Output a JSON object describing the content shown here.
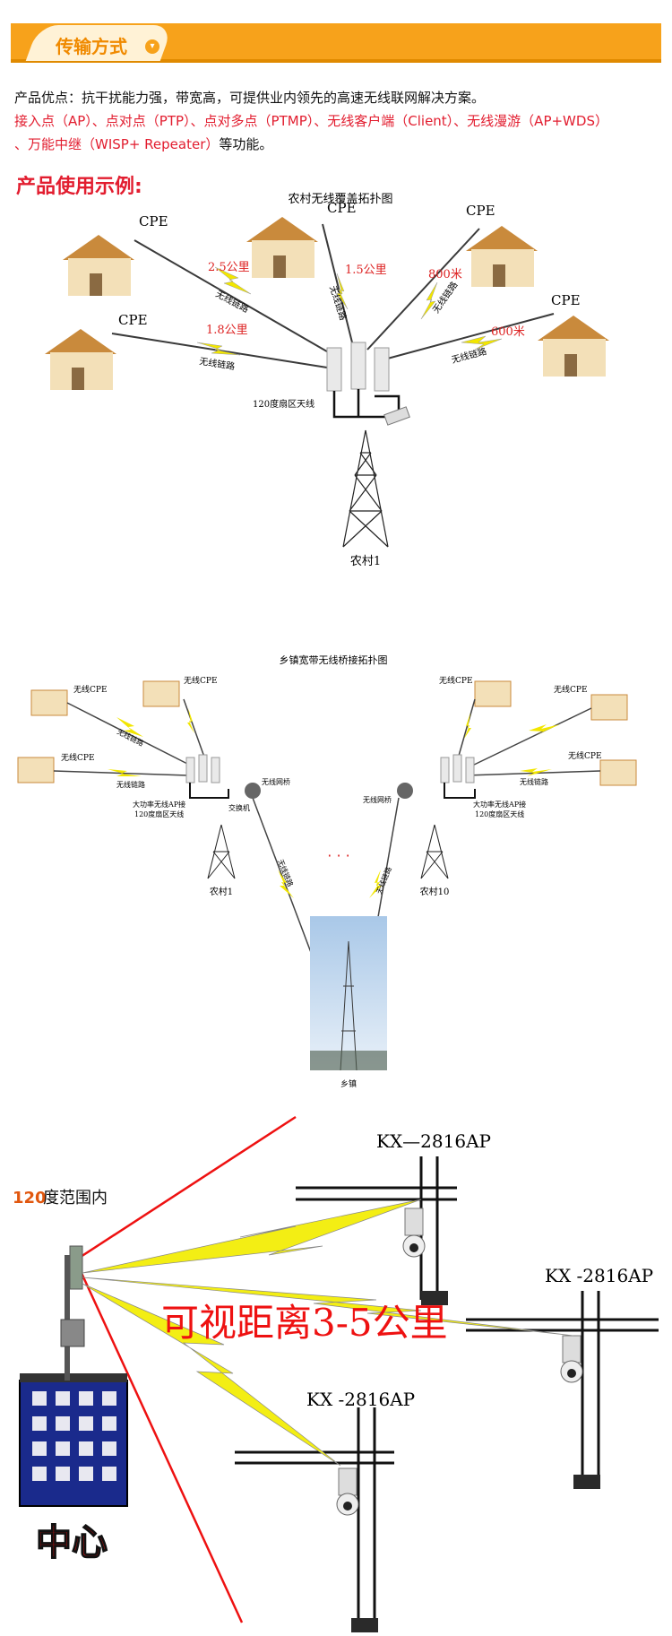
{
  "header": {
    "tab_label": "传输方式",
    "dropdown_icon": "chevron-down-icon"
  },
  "intro": {
    "line1": "产品优点：抗干扰能力强，带宽高，可提供业内领先的高速无线联网解决方案。",
    "line2": "接入点（AP）、点对点（PTP）、点对多点（PTMP）、无线客户端（Client）、无线漫游（AP+WDS）",
    "line3_red": "、万能中继（WISP+ Repeater）",
    "line3_black": "等功能。"
  },
  "example_title": "产品使用示例:",
  "diagram1": {
    "title": "农村无线覆盖拓扑图",
    "cpe_label": "CPE",
    "distances": [
      "2.5公里",
      "1.5公里",
      "800米",
      "1.8公里",
      "600米"
    ],
    "link_label": "无线链路",
    "antenna_label": "120度扇区天线",
    "tower_label": "农村1"
  },
  "diagram2": {
    "title": "乡镇宽带无线桥接拓扑图",
    "wireless_cpe": "无线CPE",
    "link_label": "无线链路",
    "ap_label_line1": "大功率无线AP接",
    "ap_label_line2": "120度扇区天线",
    "ap_label_right1": "大功率无线AP接",
    "ap_label_right2": "120度扇区天线",
    "switch_label": "交换机",
    "bridge_label": "无线网桥",
    "left_tower": "农村1",
    "right_tower": "农村10",
    "dots": "· · ·",
    "town_label": "乡镇"
  },
  "diagram3": {
    "range_number": "120",
    "range_text": "度范围内",
    "device_top": "KX—2816AP",
    "device_right": "KX -2816AP",
    "device_bottom": "KX -2816AP",
    "distance_text": "可视距离3-5公里",
    "center_label": "中心"
  }
}
